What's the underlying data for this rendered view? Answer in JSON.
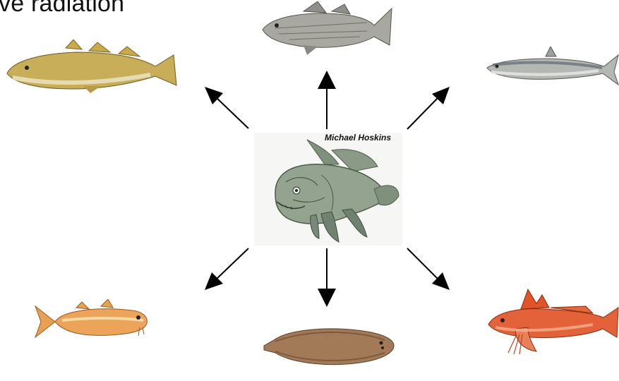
{
  "title": "ve radiation",
  "center": {
    "signature": "Michael Hoskins",
    "depiction": "ancestral-lobe-finned-fish"
  },
  "arrows": [
    {
      "name": "arrow-up",
      "direction": "up"
    },
    {
      "name": "arrow-up-left",
      "direction": "up-left"
    },
    {
      "name": "arrow-up-right",
      "direction": "up-right"
    },
    {
      "name": "arrow-down",
      "direction": "down"
    },
    {
      "name": "arrow-down-left",
      "direction": "down-left"
    },
    {
      "name": "arrow-down-right",
      "direction": "down-right"
    }
  ],
  "fishes": [
    {
      "name": "cod",
      "color": "#b9a043"
    },
    {
      "name": "bass",
      "color": "#9a9a92"
    },
    {
      "name": "sardine",
      "color": "#a7aaa6"
    },
    {
      "name": "red-mullet",
      "color": "#e09a4a"
    },
    {
      "name": "sole",
      "color": "#a57a5a"
    },
    {
      "name": "gurnard",
      "color": "#e0552a"
    }
  ],
  "colors": {
    "arrow": "#000000",
    "center_fish": "#8f9f8c"
  }
}
